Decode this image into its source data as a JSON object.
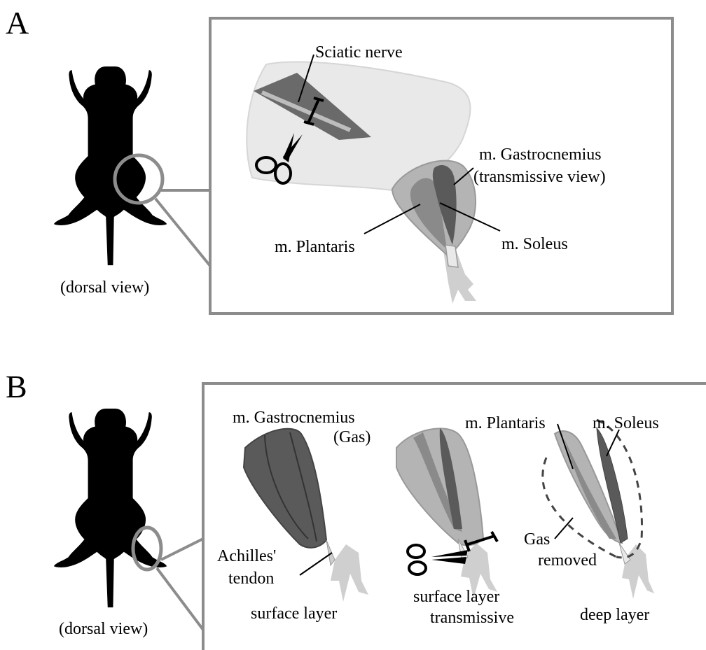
{
  "panels": [
    {
      "letter": "A",
      "view_caption": "(dorsal view)",
      "labels": {
        "sciatic": "Sciatic nerve",
        "gastro_line1": "m. Gastrocnemius",
        "gastro_line2": "(transmissive view)",
        "plantaris": "m. Plantaris",
        "soleus": "m. Soleus"
      }
    },
    {
      "letter": "B",
      "view_caption": "(dorsal view)",
      "labels": {
        "gastro_line1": "m. Gastrocnemius",
        "gastro_line2": "(Gas)",
        "achilles_line1": "Achilles'",
        "achilles_line2": "tendon",
        "plantaris": "m. Plantaris",
        "soleus": "m. Soleus",
        "gas_line1": "Gas",
        "gas_line2": "removed",
        "layer1": "surface layer",
        "layer2_line1": "surface layer",
        "layer2_line2": "transmissive",
        "layer3": "deep layer"
      }
    }
  ],
  "colors": {
    "silhouette": "#000000",
    "frame": "#8c8c8c",
    "muscle_dark": "#5a5a5a",
    "muscle_mid": "#8a8a8a",
    "muscle_light": "#b4b4b4",
    "skin": "#e9e9e9",
    "tendon": "#cfcfcf"
  }
}
